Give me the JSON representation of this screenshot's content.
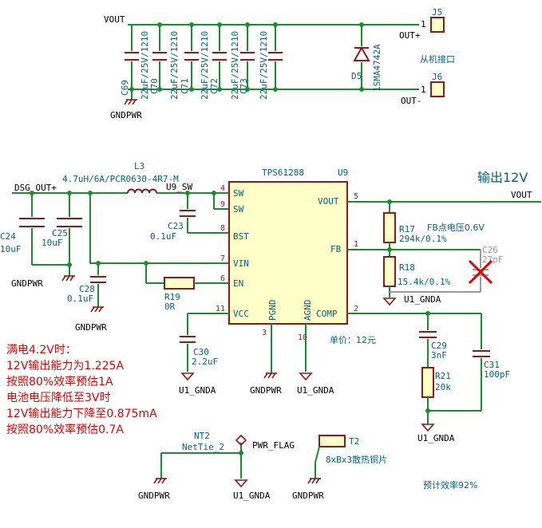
{
  "nets": {
    "vout_top": "VOUT",
    "vout_right": "VOUT",
    "dsg_out": "DSG_OUT+",
    "u9_sw": "U9_SW",
    "gndpwr": "GNDPWR",
    "u1_gnda": "U1_GNDA",
    "out_plus": "OUT+",
    "out_minus": "OUT-",
    "pwr_flag": "PWR_FLAG"
  },
  "connectors": {
    "j5": {
      "ref": "J5",
      "pin": "1"
    },
    "j6": {
      "ref": "J6",
      "pin": "1"
    },
    "label": "从机接口"
  },
  "output_caps": [
    {
      "ref": "C69",
      "value": ""
    },
    {
      "ref": "C70",
      "value": "22uF/25V/1210"
    },
    {
      "ref": "C71",
      "value": "22uF/25V/1210"
    },
    {
      "ref": "C72",
      "value": "22uF/25V/1210"
    },
    {
      "ref": "C73",
      "value": "22uF/25V/1210"
    },
    {
      "ref": "",
      "value": "22uF/25V/1210"
    }
  ],
  "diode": {
    "ref": "D5",
    "value": "1SMA4742A"
  },
  "inductor": {
    "ref": "L3",
    "value": "4.7uH/6A/PCR0630-4R7-M"
  },
  "ic": {
    "ref": "U9",
    "part": "TPS61288",
    "pins": {
      "sw1": {
        "name": "SW",
        "num": "4"
      },
      "sw2": {
        "name": "SW",
        "num": "9"
      },
      "bst": {
        "name": "BST",
        "num": "8"
      },
      "vin": {
        "name": "VIN",
        "num": "7"
      },
      "en": {
        "name": "EN",
        "num": "6"
      },
      "vcc": {
        "name": "VCC",
        "num": "11"
      },
      "vout": {
        "name": "VOUT",
        "num": "5"
      },
      "fb": {
        "name": "FB",
        "num": "1"
      },
      "comp": {
        "name": "COMP",
        "num": "2"
      },
      "pgnd": {
        "name": "PGND",
        "num": "3"
      },
      "agnd": {
        "name": "AGND",
        "num": "10"
      }
    }
  },
  "passives": {
    "c24": {
      "ref": "C24",
      "value": "10uF"
    },
    "c25": {
      "ref": "C25",
      "value": "10uF"
    },
    "c28": {
      "ref": "C28",
      "value": "0.1uF"
    },
    "c23": {
      "ref": "C23",
      "value": "0.1uF"
    },
    "r19": {
      "ref": "R19",
      "value": "0R"
    },
    "c30": {
      "ref": "C30",
      "value": "2.2uF"
    },
    "r17": {
      "ref": "R17",
      "value": "294k/0.1%"
    },
    "r18": {
      "ref": "R18",
      "value": "15.4k/0.1%"
    },
    "c26": {
      "ref": "C26",
      "value": "27pF"
    },
    "c29": {
      "ref": "C29",
      "value": "3nF"
    },
    "r21": {
      "ref": "R21",
      "value": "20k"
    },
    "c31": {
      "ref": "C31",
      "value": "100pF"
    }
  },
  "nettie": {
    "ref": "NT2",
    "value": "NetTie_2"
  },
  "heatsink": {
    "ref": "T2",
    "value": "8xBx3散热铜片"
  },
  "notes": {
    "output_title": "输出12V",
    "fb_voltage": "FB点电压0.6V",
    "price": "单价：12元",
    "efficiency": "预计效率92%",
    "red_lines": [
      "满电4.2V时：",
      "12V输出能力为1.225A",
      "按照80%效率预估1A",
      "电池电压降低至3V时",
      "12V输出能力下降至0.875mA",
      "按照80%效率预估0.7A"
    ]
  }
}
